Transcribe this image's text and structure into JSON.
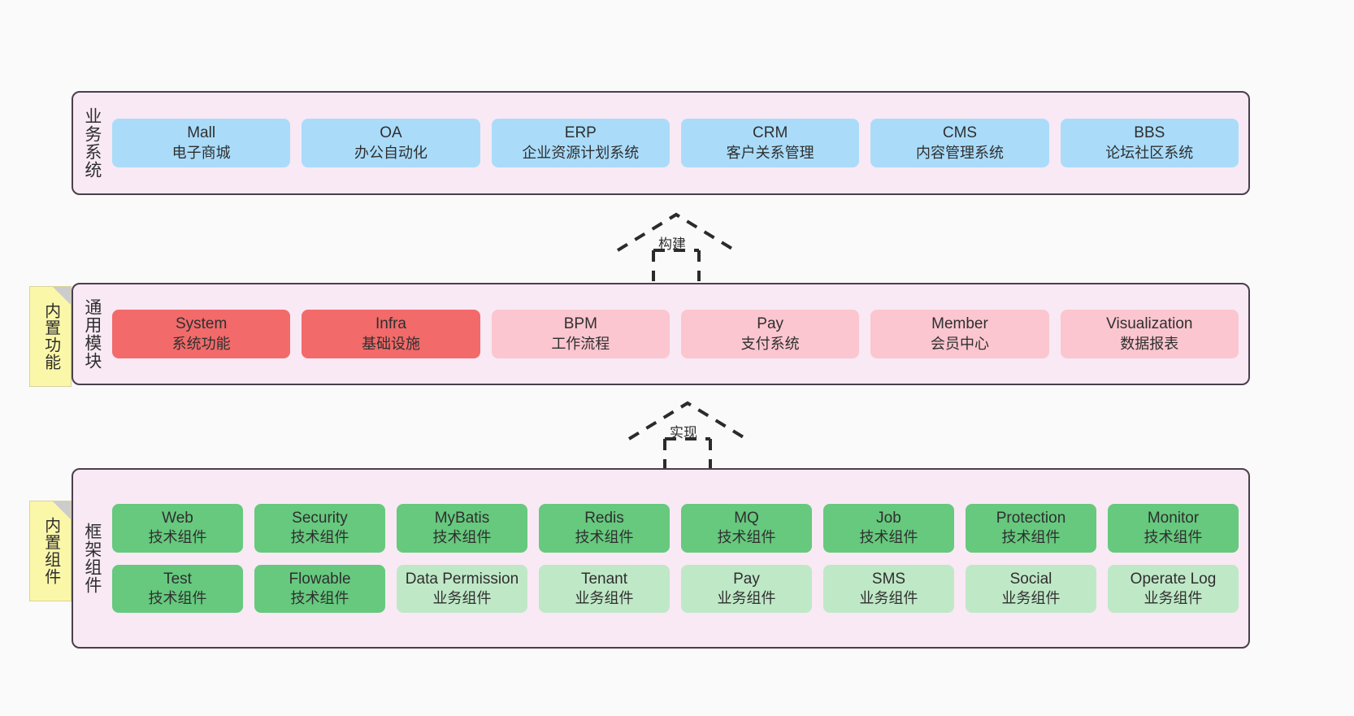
{
  "diagram": {
    "background_color": "#fafafa",
    "band_fill": "#f8e9f4",
    "band_border": "#4a3f4a"
  },
  "layers": [
    {
      "id": "business-systems",
      "title": "业务系统",
      "node_color": "#aadcfa",
      "nodes": [
        {
          "en": "Mall",
          "cn": "电子商城"
        },
        {
          "en": "OA",
          "cn": "办公自动化"
        },
        {
          "en": "ERP",
          "cn": "企业资源计划系统"
        },
        {
          "en": "CRM",
          "cn": "客户关系管理"
        },
        {
          "en": "CMS",
          "cn": "内容管理系统"
        },
        {
          "en": "BBS",
          "cn": "论坛社区系统"
        }
      ]
    },
    {
      "id": "common-modules",
      "title": "通用模块",
      "sticky": "内置功能",
      "nodes": [
        {
          "en": "System",
          "cn": "系统功能",
          "color": "#f26a6a"
        },
        {
          "en": "Infra",
          "cn": "基础设施",
          "color": "#f26a6a"
        },
        {
          "en": "BPM",
          "cn": "工作流程",
          "color": "#fbc6cf"
        },
        {
          "en": "Pay",
          "cn": "支付系统",
          "color": "#fbc6cf"
        },
        {
          "en": "Member",
          "cn": "会员中心",
          "color": "#fbc6cf"
        },
        {
          "en": "Visualization",
          "cn": "数据报表",
          "color": "#fbc6cf"
        }
      ]
    },
    {
      "id": "framework-components",
      "title": "框架组件",
      "sticky": "内置组件",
      "rows": [
        [
          {
            "en": "Web",
            "cn": "技术组件",
            "color": "#66c97e"
          },
          {
            "en": "Security",
            "cn": "技术组件",
            "color": "#66c97e"
          },
          {
            "en": "MyBatis",
            "cn": "技术组件",
            "color": "#66c97e"
          },
          {
            "en": "Redis",
            "cn": "技术组件",
            "color": "#66c97e"
          },
          {
            "en": "MQ",
            "cn": "技术组件",
            "color": "#66c97e"
          },
          {
            "en": "Job",
            "cn": "技术组件",
            "color": "#66c97e"
          },
          {
            "en": "Protection",
            "cn": "技术组件",
            "color": "#66c97e"
          },
          {
            "en": "Monitor",
            "cn": "技术组件",
            "color": "#66c97e"
          }
        ],
        [
          {
            "en": "Test",
            "cn": "技术组件",
            "color": "#66c97e"
          },
          {
            "en": "Flowable",
            "cn": "技术组件",
            "color": "#66c97e"
          },
          {
            "en": "Data Permission",
            "cn": "业务组件",
            "color": "#bfe8c7"
          },
          {
            "en": "Tenant",
            "cn": "业务组件",
            "color": "#bfe8c7"
          },
          {
            "en": "Pay",
            "cn": "业务组件",
            "color": "#bfe8c7"
          },
          {
            "en": "SMS",
            "cn": "业务组件",
            "color": "#bfe8c7"
          },
          {
            "en": "Social",
            "cn": "业务组件",
            "color": "#bfe8c7"
          },
          {
            "en": "Operate Log",
            "cn": "业务组件",
            "color": "#bfe8c7"
          }
        ]
      ]
    }
  ],
  "connectors": [
    {
      "id": "build-arrow",
      "label": "构建"
    },
    {
      "id": "implement-arrow",
      "label": "实现"
    }
  ]
}
